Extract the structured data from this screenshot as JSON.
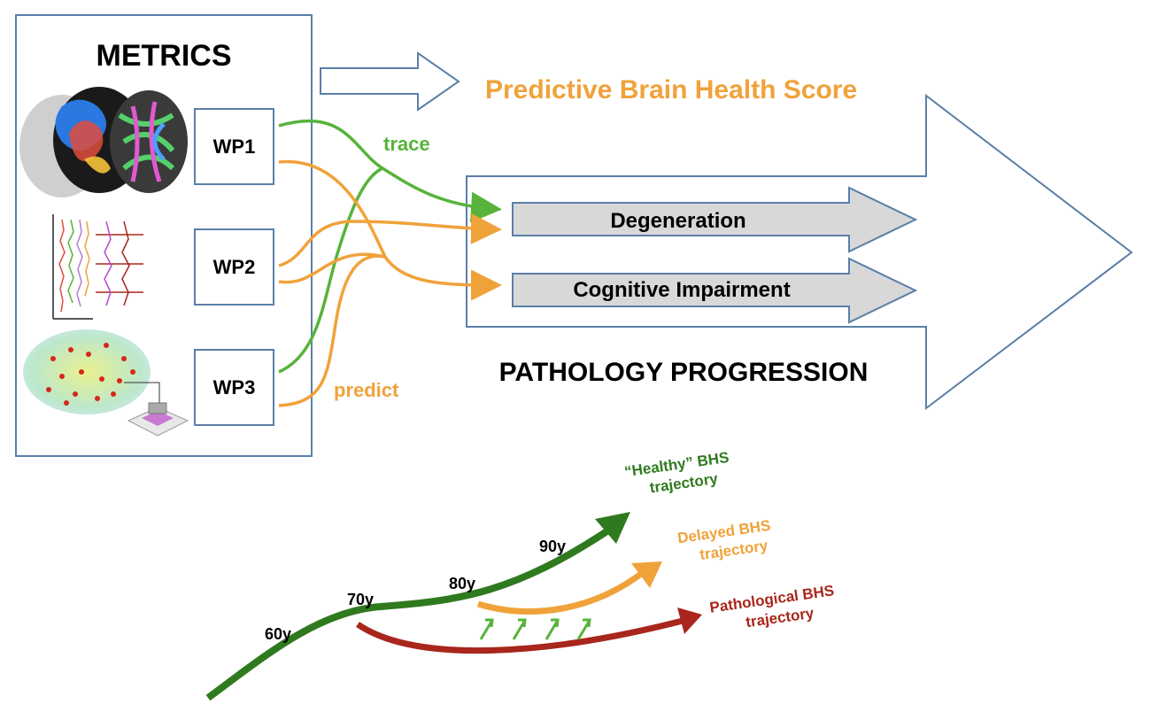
{
  "metrics_panel": {
    "title": "METRICS",
    "work_packages": [
      "WP1",
      "WP2",
      "WP3"
    ],
    "images": [
      "brain-tractography-image",
      "eeg-signals-plot",
      "brain-network-device-image"
    ]
  },
  "flow_labels": {
    "trace": "trace",
    "predict": "predict"
  },
  "score_title": "Predictive Brain Health Score",
  "pathology": {
    "title": "PATHOLOGY PROGRESSION",
    "outcomes": [
      "Degeneration",
      "Cognitive Impairment"
    ]
  },
  "trajectories": {
    "ages": [
      "60y",
      "70y",
      "80y",
      "90y"
    ],
    "healthy": [
      "“Healthy” BHS",
      "trajectory"
    ],
    "delayed": [
      "Delayed BHS",
      "trajectory"
    ],
    "pathological": [
      "Pathological BHS",
      "trajectory"
    ]
  },
  "colors": {
    "green": "#57b33a",
    "dark_green": "#2f7a1f",
    "orange": "#f0a23a",
    "dark_red": "#a8261b",
    "frame": "#5a7fa8",
    "outcome_fill": "#d8d8d8",
    "score_orange": "#f0a23a"
  }
}
